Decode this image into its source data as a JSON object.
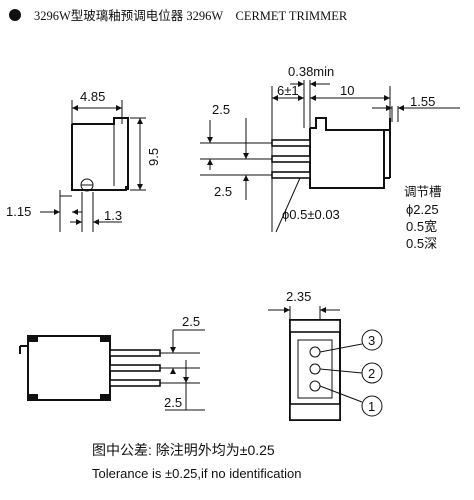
{
  "header": {
    "bullet_icon": "filled-circle-icon",
    "title": "3296W型玻璃釉预调电位器 3296W    CERMET TRIMMER"
  },
  "front_view": {
    "width": "4.85",
    "height": "9.5",
    "offset_left": "1.15",
    "offset_pin": "1.3"
  },
  "side_view": {
    "min_clearance": "0.38min",
    "pin_length": "6±1",
    "body_length": "10",
    "knob": "1.55",
    "pitch_top": "2.5",
    "pitch_bottom": "2.5",
    "pin_diameter": "ϕ0.5±0.03",
    "slot_title": "调节槽",
    "slot_diameter": "ϕ2.25",
    "slot_width": "0.5宽",
    "slot_depth": "0.5深"
  },
  "bottom_view": {
    "pitch_top": "2.5",
    "pitch_bottom": "2.5"
  },
  "pin_view": {
    "width": "2.35",
    "pin3": "3",
    "pin2": "2",
    "pin1": "1"
  },
  "footer": {
    "tolerance_cn": "图中公差: 除注明外均为±0.25",
    "tolerance_en": "Tolerance is ±0.25,if no identification"
  }
}
